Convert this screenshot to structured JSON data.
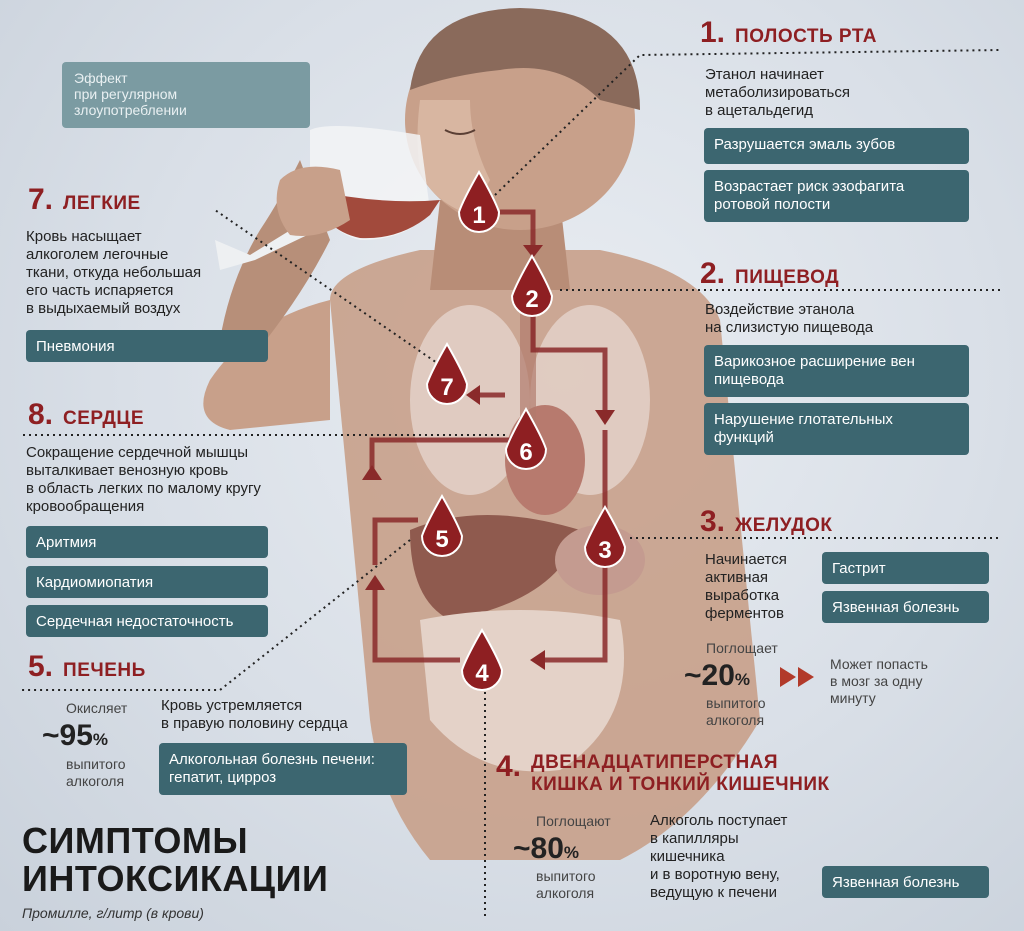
{
  "legend": "Эффект\nпри регулярном\nзлоупотреблении",
  "title_line1": "СИМПТОМЫ",
  "title_line2": "ИНТОКСИКАЦИИ",
  "subtitle": "Промилле, г/литр (в крови)",
  "markers": [
    "1",
    "2",
    "3",
    "4",
    "5",
    "6",
    "7"
  ],
  "sections": {
    "s1": {
      "num": "1.",
      "heading": "ПОЛОСТЬ РТА",
      "text": "Этанол начинает\nметаболизироваться\nв ацетальдегид",
      "effects": [
        "Разрушается эмаль зубов",
        "Возрастает риск эзофагита\nротовой полости"
      ]
    },
    "s2": {
      "num": "2.",
      "heading": "ПИЩЕВОД",
      "text": "Воздействие этанола\nна слизистую пищевода",
      "effects": [
        "Варикозное расширение вен\nпищевода",
        "Нарушение глотательных\nфункций"
      ]
    },
    "s3": {
      "num": "3.",
      "heading": "ЖЕЛУДОК",
      "text": "Начинается\nактивная\nвыработка\nферментов",
      "effects": [
        "Гастрит",
        "Язвенная болезнь"
      ],
      "absorb_label": "Поглощает",
      "percent": "~20",
      "percent_sign": "%",
      "absorb_sub": "выпитого\nалкоголя",
      "brain_note": "Может попасть\nв мозг за одну\nминуту"
    },
    "s4": {
      "num": "4.",
      "heading_line1": "ДВЕНАДЦАТИПЕРСТНАЯ",
      "heading_line2": "КИШКА И ТОНКИЙ КИШЕЧНИК",
      "absorb_label": "Поглощают",
      "percent": "~80",
      "percent_sign": "%",
      "absorb_sub": "выпитого\nалкоголя",
      "text": "Алкоголь поступает\nв капилляры\nкишечника\nи в воротную вену,\nведущую к печени",
      "effects": [
        "Язвенная болезнь"
      ]
    },
    "s5": {
      "num": "5.",
      "heading": "ПЕЧЕНЬ",
      "absorb_label": "Окисляет",
      "percent": "~95",
      "percent_sign": "%",
      "absorb_sub": "выпитого\nалкоголя",
      "text": "Кровь устремляется\nв правую половину сердца",
      "effects": [
        "Алкогольная болезнь печени:\nгепатит, цирроз"
      ]
    },
    "s7": {
      "num": "7.",
      "heading": "ЛЕГКИЕ",
      "text": "Кровь насыщает\nалкоголем легочные\nткани, откуда небольшая\nего часть испаряется\nв выдыхаемый воздух",
      "effects": [
        "Пневмония"
      ]
    },
    "s8": {
      "num": "8.",
      "heading": "СЕРДЦЕ",
      "text": "Сокращение сердечной мышцы\nвыталкивает венозную кровь\nв область легких по малому кругу\nкровообращения",
      "effects": [
        "Аритмия",
        "Кардиомиопатия",
        "Сердечная недостаточность"
      ]
    }
  },
  "colors": {
    "accent": "#8e1f22",
    "box": "#3c6670",
    "legend": "#7b9ba2",
    "skin": "#c8a08a"
  }
}
